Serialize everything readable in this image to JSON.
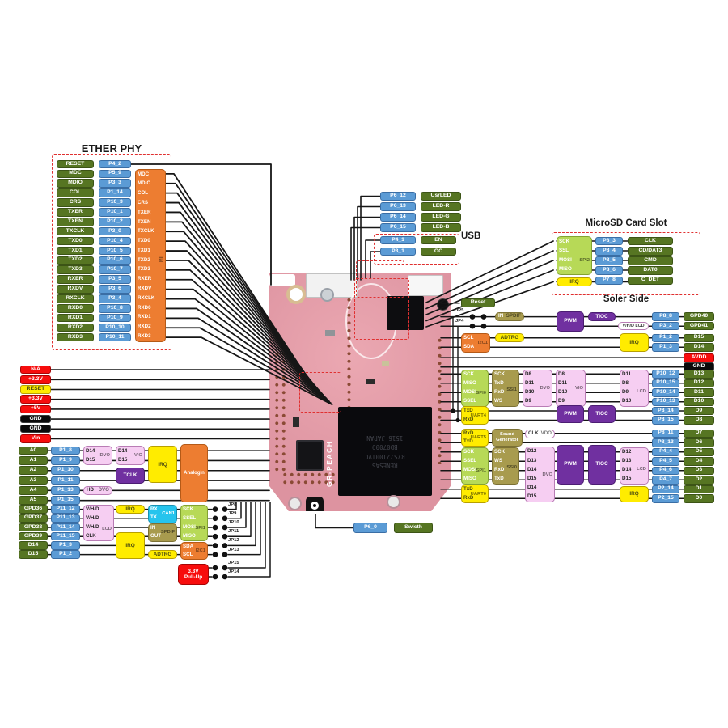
{
  "titles": {
    "ether": "ETHER PHY",
    "usb": "USB",
    "microsd": "MicroSD Card Slot",
    "solder": "Soler Side"
  },
  "ether_phy": {
    "rows": [
      {
        "signal": "RESET",
        "pin": "P4_2"
      },
      {
        "signal": "MDC",
        "pin": "P5_9"
      },
      {
        "signal": "MDIO",
        "pin": "P3_3"
      },
      {
        "signal": "COL",
        "pin": "P1_14"
      },
      {
        "signal": "CRS",
        "pin": "P10_3"
      },
      {
        "signal": "TXER",
        "pin": "P10_1"
      },
      {
        "signal": "TXEN",
        "pin": "P10_2"
      },
      {
        "signal": "TXCLK",
        "pin": "P3_0"
      },
      {
        "signal": "TXD0",
        "pin": "P10_4"
      },
      {
        "signal": "TXD1",
        "pin": "P10_5"
      },
      {
        "signal": "TXD2",
        "pin": "P10_6"
      },
      {
        "signal": "TXD3",
        "pin": "P10_7"
      },
      {
        "signal": "RXER",
        "pin": "P3_5"
      },
      {
        "signal": "RXDV",
        "pin": "P3_6"
      },
      {
        "signal": "RXCLK",
        "pin": "P3_4"
      },
      {
        "signal": "RXD0",
        "pin": "P10_8"
      },
      {
        "signal": "RXD1",
        "pin": "P10_9"
      },
      {
        "signal": "RXD2",
        "pin": "P10_10"
      },
      {
        "signal": "RXD3",
        "pin": "P10_11"
      }
    ],
    "mii": {
      "label": "MII",
      "items": [
        "MDC",
        "MDIO",
        "COL",
        "CRS",
        "TXER",
        "TXEN",
        "TXCLK",
        "TXD0",
        "TXD1",
        "TXD2",
        "TXD3",
        "RXER",
        "RXDV",
        "RXCLK",
        "RXD0",
        "RXD1",
        "RXD2",
        "RXD3"
      ]
    }
  },
  "led": {
    "rows": [
      {
        "pin": "P6_12",
        "label": "UsrLED"
      },
      {
        "pin": "P6_13",
        "label": "LED-R"
      },
      {
        "pin": "P6_14",
        "label": "LED-G"
      },
      {
        "pin": "P6_15",
        "label": "LED-B"
      }
    ]
  },
  "usb": {
    "rows": [
      {
        "pin": "P4_1",
        "label": "EN"
      },
      {
        "pin": "P3_1",
        "label": "OC"
      }
    ]
  },
  "microsd": {
    "spi2": {
      "label": "SPI2",
      "items": [
        "SCK",
        "SSL",
        "MOSI",
        "MISO"
      ]
    },
    "irq": "IRQ",
    "rows": [
      {
        "pin": "P8_3",
        "label": "CLK"
      },
      {
        "pin": "P8_4",
        "label": "CD/DAT3"
      },
      {
        "pin": "P8_5",
        "label": "CMD"
      },
      {
        "pin": "P8_6",
        "label": "DAT0"
      },
      {
        "pin": "P7_8",
        "label": "C_DET"
      }
    ]
  },
  "power": {
    "rows": [
      {
        "t": "N/A",
        "c": "r"
      },
      {
        "t": "+3.3V",
        "c": "r"
      },
      {
        "t": "RESET",
        "c": "y"
      },
      {
        "t": "+3.3V",
        "c": "r"
      },
      {
        "t": "+5V",
        "c": "r"
      },
      {
        "t": "GND",
        "c": "k"
      },
      {
        "t": "GND",
        "c": "k"
      },
      {
        "t": "Vin",
        "c": "r"
      }
    ]
  },
  "analog": {
    "rows": [
      {
        "label": "A0",
        "pin": "P1_8"
      },
      {
        "label": "A1",
        "pin": "P1_9"
      },
      {
        "label": "A2",
        "pin": "P1_10"
      },
      {
        "label": "A3",
        "pin": "P1_11"
      },
      {
        "label": "A4",
        "pin": "P1_13"
      },
      {
        "label": "A5",
        "pin": "P1_15"
      }
    ],
    "dvo": {
      "label": "DVO",
      "items": [
        "D14",
        "D15"
      ]
    },
    "vio": {
      "label": "VIO",
      "items": [
        "D14",
        "D15"
      ]
    },
    "tclk": "TCLK",
    "irq": "IRQ",
    "analogin": "AnalogIn",
    "hd": "HD",
    "hd_dvo": "DVO"
  },
  "gpd": {
    "rows": [
      {
        "label": "GPD36",
        "pin": "P11_12"
      },
      {
        "label": "GPD37",
        "pin": "P11_13"
      },
      {
        "label": "GPD38",
        "pin": "P11_14"
      },
      {
        "label": "GPD39",
        "pin": "P11_15"
      },
      {
        "label": "D14",
        "pin": "P1_3"
      },
      {
        "label": "D15",
        "pin": "P1_2"
      }
    ],
    "lcd": {
      "label": "LCD",
      "items": [
        "V/H/D",
        "V/H/D",
        "V/H/D",
        "CLK"
      ]
    },
    "irq_small": "IRQ",
    "irq_big": "IRQ",
    "adtrg": "ADTRG",
    "can1": {
      "label": "CAN1",
      "items": [
        "RX",
        "TX"
      ]
    },
    "spdif": {
      "label": "SPDIF",
      "items": [
        "IN",
        "OUT"
      ]
    },
    "spi1": {
      "label": "SPI1",
      "items": [
        "SCK",
        "SSEL",
        "MOSI",
        "MISO"
      ]
    },
    "i2c1": {
      "label": "I2C1",
      "items": [
        "SDA",
        "SCL"
      ]
    },
    "pullup": "3.3V\nPull-Up"
  },
  "jumpers": [
    "JP8",
    "JP9",
    "JP10",
    "JP11",
    "JP12",
    "JP13",
    "JP15",
    "JP14"
  ],
  "right_top": {
    "reset": "Reset",
    "jp5": "JP5",
    "jp4": "JP4",
    "spdif_in": "IN",
    "spdif": "SPDIF",
    "pwm": "PWM",
    "tioc": "TIOC",
    "vhdlcd": "V/H/D LCD",
    "rows": [
      {
        "pin": "P8_8",
        "label": "GPD40"
      },
      {
        "pin": "P3_2",
        "label": "GPD41"
      }
    ],
    "i2c1": {
      "label": "I2C1",
      "items": [
        "SCL",
        "SDA"
      ]
    },
    "adtrg": "ADTRG",
    "irq": "IRQ",
    "rows2": [
      {
        "pin": "P1_2",
        "label": "D15"
      },
      {
        "pin": "P1_3",
        "label": "D14"
      }
    ],
    "avdd": "AVDD",
    "gnd": "GND"
  },
  "right_mid": {
    "spi0": {
      "label": "SPI0",
      "items": [
        "SCK",
        "MISO",
        "MOSI",
        "SSEL"
      ]
    },
    "ssi1": {
      "label": "SSI1",
      "items": [
        "SCK",
        "TxD",
        "RxD",
        "WS"
      ]
    },
    "dvo": {
      "label": "DVO",
      "items": [
        "D8",
        "D11",
        "D10",
        "D9"
      ]
    },
    "vio": {
      "label": "VIO",
      "items": [
        "D8",
        "D11",
        "D10",
        "D9"
      ]
    },
    "lcd": {
      "label": "LCD",
      "items": [
        "D11",
        "D8",
        "D9",
        "D10"
      ]
    },
    "rows": [
      {
        "pin": "P10_12",
        "label": "D13"
      },
      {
        "pin": "P10_15",
        "label": "D12"
      },
      {
        "pin": "P10_14",
        "label": "D11"
      },
      {
        "pin": "P10_13",
        "label": "D10"
      }
    ],
    "uart4": {
      "label": "UART4",
      "items": [
        "TxD",
        "RxD"
      ]
    },
    "pwm": "PWM",
    "tioc": "TIOC",
    "rows2": [
      {
        "pin": "P8_14",
        "label": "D9"
      },
      {
        "pin": "P8_15",
        "label": "D8"
      }
    ]
  },
  "right_low": {
    "uart5": {
      "label": "UART5",
      "items": [
        "RxD",
        "TxD"
      ]
    },
    "soundgen": "Sound\nGenerator",
    "clk": "CLK",
    "vdo": "VDO",
    "spi1": {
      "label": "SPI1",
      "items": [
        "SCK",
        "SSEL",
        "MOSI",
        "MISO"
      ]
    },
    "ssi0": {
      "label": "SSI0",
      "items": [
        "SCK",
        "WS",
        "RxD",
        "TxD"
      ]
    },
    "dvo": {
      "label": "DVO",
      "items": [
        "D12",
        "D13",
        "D14",
        "D15",
        "D14",
        "D15"
      ]
    },
    "pwm": "PWM",
    "tioc": "TIOC",
    "lcd": {
      "label": "LCD",
      "items": [
        "D12",
        "D13",
        "D14",
        "D15"
      ]
    },
    "irq": "IRQ",
    "uart0": {
      "label": "UART0",
      "items": [
        "TxD",
        "RxD"
      ]
    },
    "rows": [
      {
        "pin": "P8_11",
        "label": "D7"
      },
      {
        "pin": "P8_13",
        "label": "D6"
      },
      {
        "pin": "P4_4",
        "label": "D5"
      },
      {
        "pin": "P4_5",
        "label": "D4"
      },
      {
        "pin": "P4_6",
        "label": "D3"
      },
      {
        "pin": "P4_7",
        "label": "D2"
      },
      {
        "pin": "P2_14",
        "label": "D1"
      },
      {
        "pin": "P2_15",
        "label": "D0"
      }
    ]
  },
  "switch": {
    "pin": "P6_0",
    "label": "Swicth"
  },
  "board": {
    "silk": "GR-PEACH",
    "chip": [
      "RENESAS",
      "R7S721001VC",
      "BD07009",
      "1516 JAPAN"
    ]
  }
}
